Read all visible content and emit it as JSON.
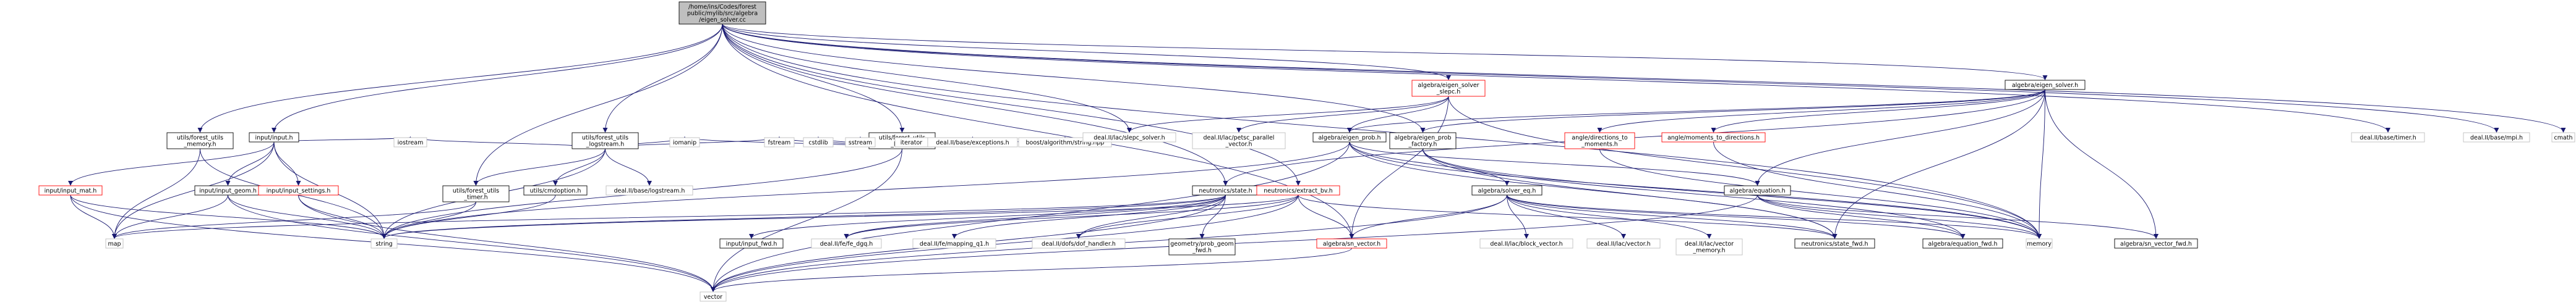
{
  "diagram": {
    "title": "",
    "nodes": [
      {
        "id": "root",
        "lines": [
          "/home/ins/Codes/forest",
          "public/mylib/src/algebra",
          "/eigen_solver.cc"
        ],
        "style": "root",
        "interactable": false
      },
      {
        "id": "input_h",
        "lines": [
          "input/input.h"
        ],
        "style": "black",
        "interactable": true
      },
      {
        "id": "utils_memory",
        "lines": [
          "utils/forest_utils",
          "_memory.h"
        ],
        "style": "black",
        "interactable": true
      },
      {
        "id": "logstream",
        "lines": [
          "utils/forest_utils",
          "_logstream.h"
        ],
        "style": "black",
        "interactable": true
      },
      {
        "id": "utils_base",
        "lines": [
          "utils/forest_utils",
          "_base.h"
        ],
        "style": "black",
        "interactable": true
      },
      {
        "id": "state_h",
        "lines": [
          "neutronics/state.h"
        ],
        "style": "black",
        "interactable": true
      },
      {
        "id": "slepc",
        "lines": [
          "algebra/eigen_solver",
          "_slepc.h"
        ],
        "style": "red",
        "interactable": true
      },
      {
        "id": "eigen_solver_h",
        "lines": [
          "algebra/eigen_solver.h"
        ],
        "style": "black",
        "interactable": true
      },
      {
        "id": "timer",
        "lines": [
          "deal.II/base/timer.h"
        ],
        "style": "gray",
        "interactable": false
      },
      {
        "id": "mpi",
        "lines": [
          "deal.II/base/mpi.h"
        ],
        "style": "gray",
        "interactable": false
      },
      {
        "id": "cmath",
        "lines": [
          "cmath"
        ],
        "style": "gray",
        "interactable": false
      },
      {
        "id": "input_mat",
        "lines": [
          "input/input_mat.h"
        ],
        "style": "red",
        "interactable": true
      },
      {
        "id": "input_geom",
        "lines": [
          "input/input_geom.h"
        ],
        "style": "black",
        "interactable": true
      },
      {
        "id": "input_settings",
        "lines": [
          "input/input_settings.h"
        ],
        "style": "red",
        "interactable": true
      },
      {
        "id": "iostream",
        "lines": [
          "iostream"
        ],
        "style": "gray",
        "interactable": false
      },
      {
        "id": "utils_timer",
        "lines": [
          "utils/forest_utils",
          "_timer.h"
        ],
        "style": "black",
        "interactable": true
      },
      {
        "id": "cmdoption",
        "lines": [
          "utils/cmdoption.h"
        ],
        "style": "black",
        "interactable": true
      },
      {
        "id": "logstream_dealii",
        "lines": [
          "deal.II/base/logstream.h"
        ],
        "style": "gray",
        "interactable": false
      },
      {
        "id": "iomanip",
        "lines": [
          "iomanip"
        ],
        "style": "gray",
        "interactable": false
      },
      {
        "id": "fstream",
        "lines": [
          "fstream"
        ],
        "style": "gray",
        "interactable": false
      },
      {
        "id": "cstdlib",
        "lines": [
          "cstdlib"
        ],
        "style": "gray",
        "interactable": false
      },
      {
        "id": "sstream",
        "lines": [
          "sstream"
        ],
        "style": "gray",
        "interactable": false
      },
      {
        "id": "iterator",
        "lines": [
          "iterator"
        ],
        "style": "gray",
        "interactable": false
      },
      {
        "id": "exceptions",
        "lines": [
          "deal.II/base/exceptions.h"
        ],
        "style": "gray",
        "interactable": false
      },
      {
        "id": "boost_string",
        "lines": [
          "boost/algorithm/string.hpp"
        ],
        "style": "gray",
        "interactable": false
      },
      {
        "id": "slepc_solver",
        "lines": [
          "deal.II/lac/slepc_solver.h"
        ],
        "style": "gray",
        "interactable": false
      },
      {
        "id": "petsc_vector",
        "lines": [
          "deal.II/lac/petsc_parallel",
          "_vector.h"
        ],
        "style": "gray",
        "interactable": false
      },
      {
        "id": "eigen_prob",
        "lines": [
          "algebra/eigen_prob.h"
        ],
        "style": "black",
        "interactable": true
      },
      {
        "id": "eigen_prob_factory",
        "lines": [
          "algebra/eigen_prob",
          "_factory.h"
        ],
        "style": "black",
        "interactable": true
      },
      {
        "id": "dir_to_moments",
        "lines": [
          "angle/directions_to",
          "_moments.h"
        ],
        "style": "red",
        "interactable": true
      },
      {
        "id": "moments_to_dir",
        "lines": [
          "angle/moments_to_directions.h"
        ],
        "style": "red",
        "interactable": true
      },
      {
        "id": "map",
        "lines": [
          "map"
        ],
        "style": "gray",
        "interactable": false
      },
      {
        "id": "string",
        "lines": [
          "string"
        ],
        "style": "gray",
        "interactable": false
      },
      {
        "id": "extract_bv",
        "lines": [
          "neutronics/extract_bv.h"
        ],
        "style": "red",
        "interactable": true
      },
      {
        "id": "solver_eq",
        "lines": [
          "algebra/solver_eq.h"
        ],
        "style": "black",
        "interactable": true
      },
      {
        "id": "equation_h",
        "lines": [
          "algebra/equation.h"
        ],
        "style": "black",
        "interactable": true
      },
      {
        "id": "input_fwd",
        "lines": [
          "input/input_fwd.h"
        ],
        "style": "black",
        "interactable": true
      },
      {
        "id": "fe_dgq",
        "lines": [
          "deal.II/fe/fe_dgq.h"
        ],
        "style": "gray",
        "interactable": false
      },
      {
        "id": "mapping_q1",
        "lines": [
          "deal.II/fe/mapping_q1.h"
        ],
        "style": "gray",
        "interactable": false
      },
      {
        "id": "dof_handler",
        "lines": [
          "deal.II/dofs/dof_handler.h"
        ],
        "style": "gray",
        "interactable": false
      },
      {
        "id": "prob_geom",
        "lines": [
          "geometry/prob_geom",
          "_fwd.h"
        ],
        "style": "black",
        "interactable": true
      },
      {
        "id": "sn_vector",
        "lines": [
          "algebra/sn_vector.h"
        ],
        "style": "red",
        "interactable": true
      },
      {
        "id": "block_vector",
        "lines": [
          "deal.II/lac/block_vector.h"
        ],
        "style": "gray",
        "interactable": false
      },
      {
        "id": "lac_vector",
        "lines": [
          "deal.II/lac/vector.h"
        ],
        "style": "gray",
        "interactable": false
      },
      {
        "id": "vector_memory",
        "lines": [
          "deal.II/lac/vector",
          "_memory.h"
        ],
        "style": "gray",
        "interactable": false
      },
      {
        "id": "state_fwd",
        "lines": [
          "neutronics/state_fwd.h"
        ],
        "style": "black",
        "interactable": true
      },
      {
        "id": "equation_fwd",
        "lines": [
          "algebra/equation_fwd.h"
        ],
        "style": "black",
        "interactable": true
      },
      {
        "id": "memory",
        "lines": [
          "memory"
        ],
        "style": "gray",
        "interactable": false
      },
      {
        "id": "sn_vector_fwd",
        "lines": [
          "algebra/sn_vector_fwd.h"
        ],
        "style": "black",
        "interactable": true
      },
      {
        "id": "vector",
        "lines": [
          "vector"
        ],
        "style": "gray",
        "interactable": false
      }
    ],
    "edges": [
      [
        "root",
        "input_h"
      ],
      [
        "root",
        "utils_memory"
      ],
      [
        "root",
        "logstream"
      ],
      [
        "root",
        "utils_base"
      ],
      [
        "root",
        "state_h"
      ],
      [
        "root",
        "slepc"
      ],
      [
        "root",
        "eigen_solver_h"
      ],
      [
        "root",
        "timer"
      ],
      [
        "root",
        "mpi"
      ],
      [
        "root",
        "cmath"
      ],
      [
        "root",
        "utils_timer"
      ],
      [
        "root",
        "eigen_prob_factory"
      ],
      [
        "root",
        "slepc_solver"
      ],
      [
        "root",
        "memory"
      ],
      [
        "root",
        "sn_vector"
      ],
      [
        "root",
        "extract_bv"
      ],
      [
        "input_h",
        "input_mat"
      ],
      [
        "input_h",
        "input_geom"
      ],
      [
        "input_h",
        "input_settings"
      ],
      [
        "input_h",
        "iostream"
      ],
      [
        "input_h",
        "map"
      ],
      [
        "input_h",
        "string"
      ],
      [
        "input_mat",
        "map"
      ],
      [
        "input_mat",
        "string"
      ],
      [
        "input_mat",
        "vector"
      ],
      [
        "input_geom",
        "map"
      ],
      [
        "input_geom",
        "string"
      ],
      [
        "input_geom",
        "vector"
      ],
      [
        "input_settings",
        "string"
      ],
      [
        "input_settings",
        "vector"
      ],
      [
        "utils_memory",
        "map"
      ],
      [
        "utils_memory",
        "string"
      ],
      [
        "logstream",
        "iostream"
      ],
      [
        "logstream",
        "utils_timer"
      ],
      [
        "logstream",
        "cmdoption"
      ],
      [
        "logstream",
        "logstream_dealii"
      ],
      [
        "logstream",
        "iomanip"
      ],
      [
        "logstream",
        "fstream"
      ],
      [
        "logstream",
        "string"
      ],
      [
        "utils_timer",
        "map"
      ],
      [
        "utils_timer",
        "string"
      ],
      [
        "cmdoption",
        "string"
      ],
      [
        "utils_base",
        "fstream"
      ],
      [
        "utils_base",
        "cstdlib"
      ],
      [
        "utils_base",
        "sstream"
      ],
      [
        "utils_base",
        "iterator"
      ],
      [
        "utils_base",
        "exceptions"
      ],
      [
        "utils_base",
        "boost_string"
      ],
      [
        "utils_base",
        "string"
      ],
      [
        "utils_base",
        "iomanip"
      ],
      [
        "utils_base",
        "vector"
      ],
      [
        "state_h",
        "input_fwd"
      ],
      [
        "state_h",
        "fe_dgq"
      ],
      [
        "state_h",
        "mapping_q1"
      ],
      [
        "state_h",
        "dof_handler"
      ],
      [
        "state_h",
        "prob_geom"
      ],
      [
        "state_h",
        "string"
      ],
      [
        "state_h",
        "map"
      ],
      [
        "state_h",
        "vector"
      ],
      [
        "slepc",
        "slepc_solver"
      ],
      [
        "slepc",
        "petsc_vector"
      ],
      [
        "slepc",
        "eigen_prob"
      ],
      [
        "slepc",
        "sn_vector"
      ],
      [
        "slepc",
        "memory"
      ],
      [
        "eigen_solver_h",
        "eigen_prob"
      ],
      [
        "eigen_solver_h",
        "eigen_prob_factory"
      ],
      [
        "eigen_solver_h",
        "dir_to_moments"
      ],
      [
        "eigen_solver_h",
        "moments_to_dir"
      ],
      [
        "eigen_solver_h",
        "memory"
      ],
      [
        "eigen_solver_h",
        "state_fwd"
      ],
      [
        "eigen_solver_h",
        "equation_h"
      ],
      [
        "eigen_solver_h",
        "sn_vector_fwd"
      ],
      [
        "eigen_solver_h",
        "state_h"
      ],
      [
        "eigen_prob",
        "solver_eq"
      ],
      [
        "eigen_prob",
        "equation_h"
      ],
      [
        "eigen_prob",
        "state_fwd"
      ],
      [
        "eigen_prob",
        "memory"
      ],
      [
        "eigen_prob",
        "string"
      ],
      [
        "eigen_prob",
        "vector"
      ],
      [
        "eigen_prob_factory",
        "memory"
      ],
      [
        "eigen_prob_factory",
        "state_fwd"
      ],
      [
        "eigen_prob_factory",
        "equation_fwd"
      ],
      [
        "dir_to_moments",
        "memory"
      ],
      [
        "moments_to_dir",
        "memory"
      ],
      [
        "extract_bv",
        "state_fwd"
      ],
      [
        "extract_bv",
        "sn_vector"
      ],
      [
        "extract_bv",
        "dof_handler"
      ],
      [
        "extract_bv",
        "fe_dgq"
      ],
      [
        "extract_bv",
        "vector"
      ],
      [
        "extract_bv",
        "string"
      ],
      [
        "solver_eq",
        "sn_vector"
      ],
      [
        "solver_eq",
        "block_vector"
      ],
      [
        "solver_eq",
        "lac_vector"
      ],
      [
        "solver_eq",
        "vector_memory"
      ],
      [
        "solver_eq",
        "state_fwd"
      ],
      [
        "solver_eq",
        "equation_fwd"
      ],
      [
        "solver_eq",
        "memory"
      ],
      [
        "solver_eq",
        "vector"
      ],
      [
        "equation_h",
        "equation_fwd"
      ],
      [
        "equation_h",
        "sn_vector_fwd"
      ],
      [
        "equation_h",
        "memory"
      ],
      [
        "equation_h",
        "vector"
      ],
      [
        "sn_vector",
        "vector"
      ]
    ]
  }
}
